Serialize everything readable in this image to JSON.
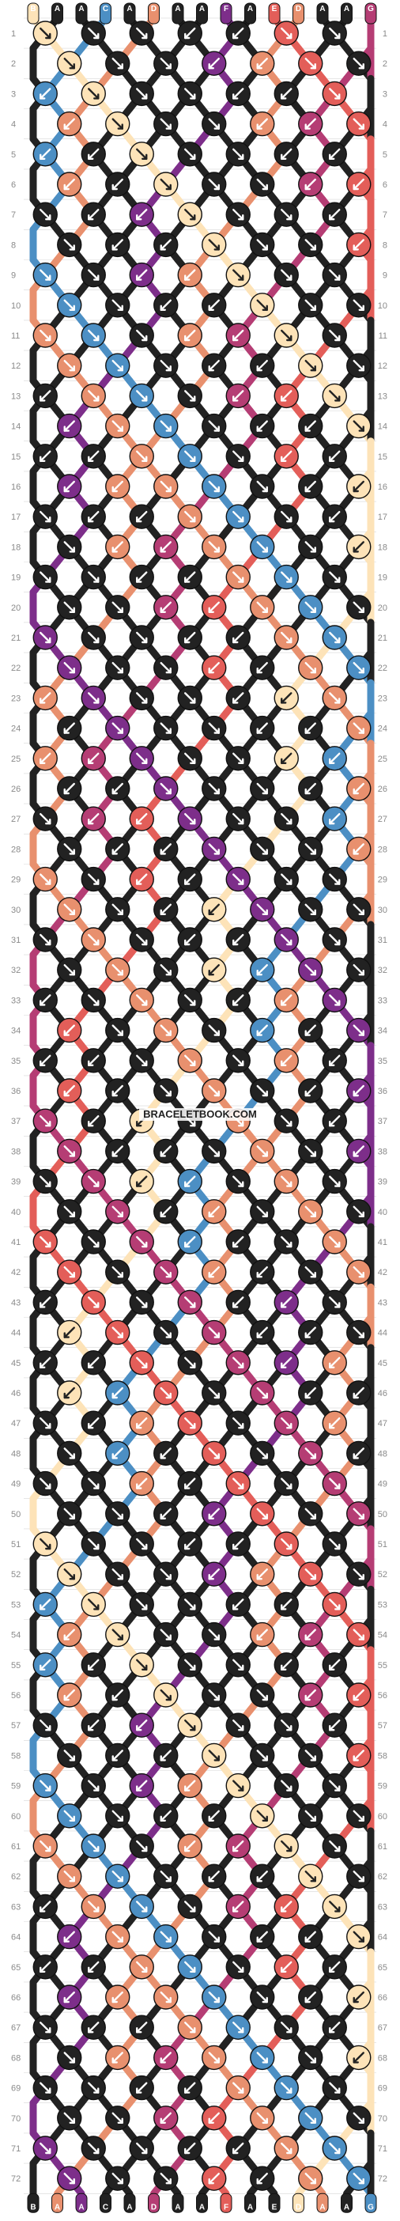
{
  "watermark": "BRACELETBOOK.COM",
  "colors": {
    "A": "#222222",
    "B": "#fde3b8",
    "C": "#4c8fc4",
    "D": "#e8906e",
    "E": "#e35e59",
    "F": "#7d2e8a",
    "G": "#b53d74"
  },
  "background": "#ffffff",
  "grid_line": "#d8d8d8",
  "strands": [
    "B",
    "A",
    "A",
    "C",
    "A",
    "D",
    "A",
    "A",
    "F",
    "A",
    "E",
    "D",
    "A",
    "A",
    "G"
  ],
  "strand_letters_top": [
    "B",
    "A",
    "A",
    "C",
    "A",
    "D",
    "A",
    "A",
    "F",
    "A",
    "E",
    "D",
    "A",
    "A",
    "G"
  ],
  "strand_letters_bottom": [
    "B",
    "A",
    "A",
    "C",
    "A",
    "D",
    "A",
    "A",
    "F",
    "A",
    "E",
    "D",
    "A",
    "A",
    "G"
  ],
  "row_labels": [
    "1",
    "2",
    "3",
    "4",
    "5",
    "6",
    "7",
    "8",
    "9",
    "10",
    "11",
    "12",
    "13",
    "14",
    "15",
    "16",
    "17",
    "18",
    "19",
    "20",
    "21",
    "22",
    "23",
    "24",
    "25",
    "26",
    "27",
    "28",
    "29",
    "30",
    "31",
    "32",
    "33",
    "34",
    "35",
    "36",
    "37",
    "38",
    "39",
    "40",
    "41",
    "42",
    "43",
    "44",
    "45",
    "46",
    "47",
    "48",
    "49",
    "50",
    "51",
    "52",
    "53",
    "54",
    "55",
    "56",
    "57",
    "58",
    "59",
    "60",
    "61",
    "62",
    "63",
    "64",
    "65",
    "66",
    "67",
    "68",
    "69",
    "70",
    "71",
    "72"
  ],
  "rows": 72,
  "knot_icon_names": [
    "arrow-down-right-icon",
    "arrow-down-left-icon"
  ]
}
